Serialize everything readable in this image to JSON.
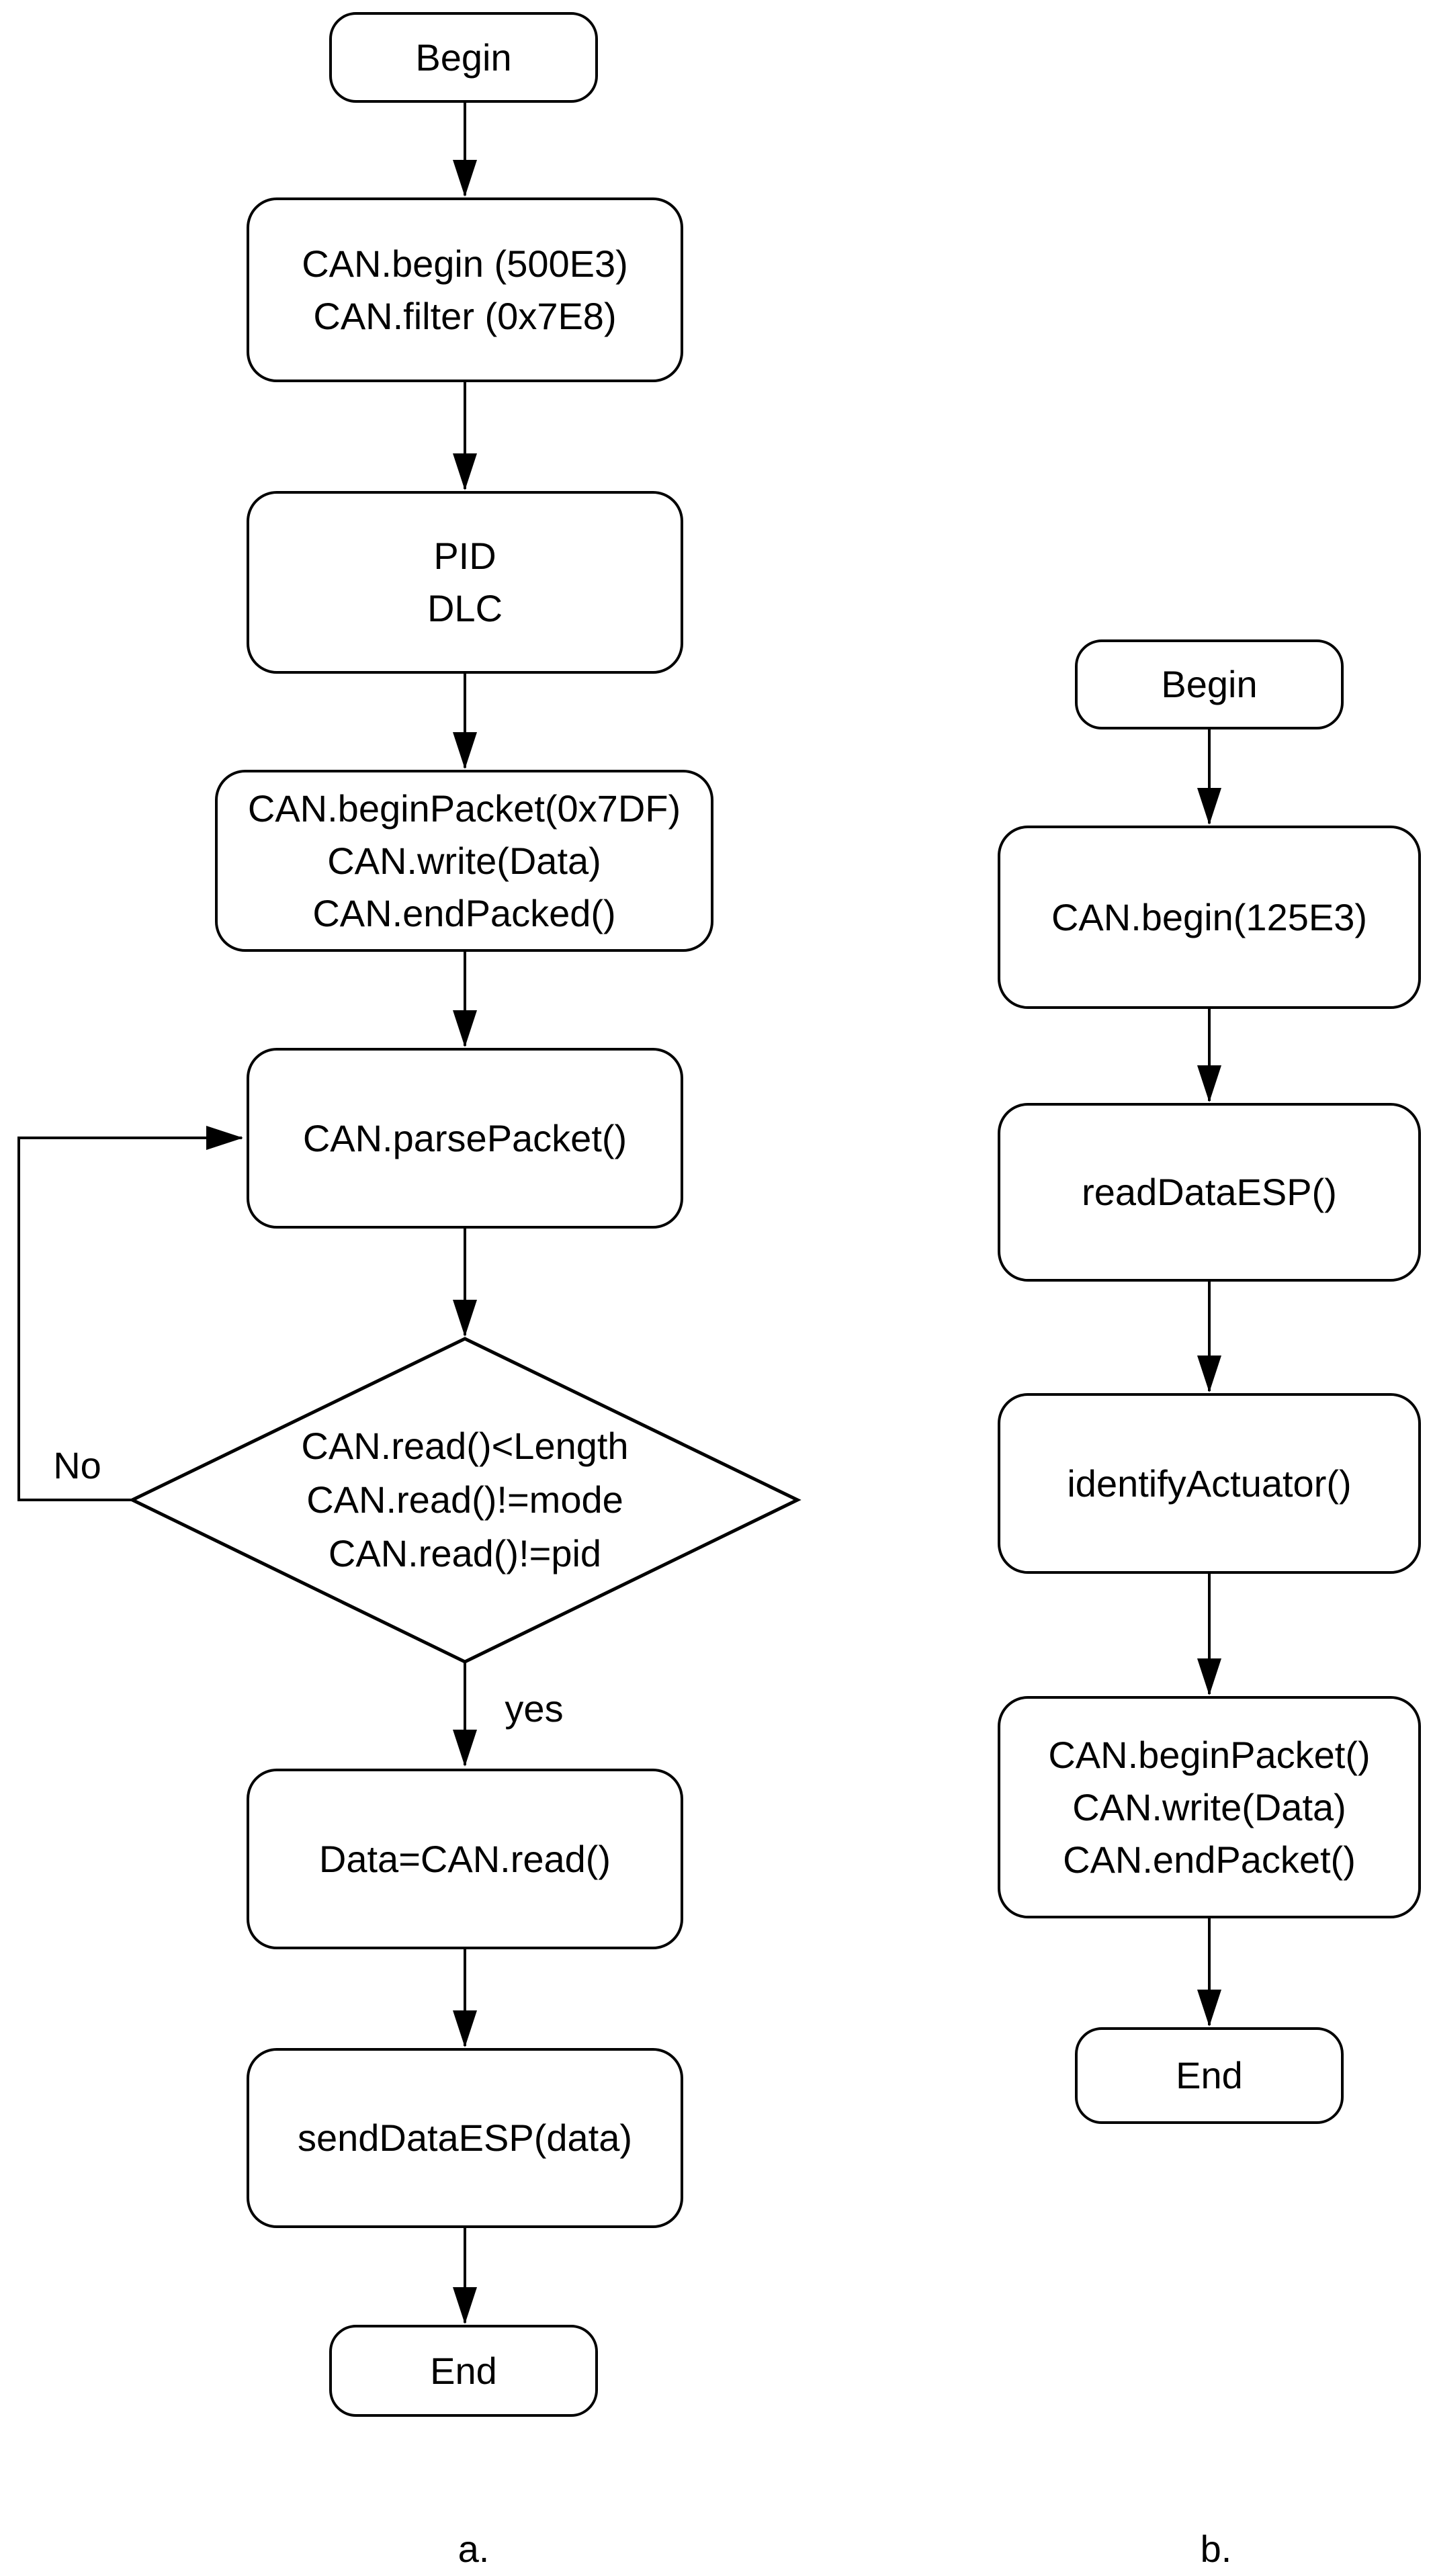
{
  "diagram": {
    "background_color": "#ffffff",
    "stroke_color": "#000000",
    "flow_a": {
      "caption": "a.",
      "nodes": {
        "begin": {
          "label": "Begin"
        },
        "init": {
          "lines": [
            "CAN.begin (500E3)",
            "CAN.filter (0x7E8)"
          ]
        },
        "pid_dlc": {
          "lines": [
            "PID",
            "DLC"
          ]
        },
        "send_request": {
          "lines": [
            "CAN.beginPacket(0x7DF)",
            "CAN.write(Data)",
            "CAN.endPacked()"
          ]
        },
        "parse_packet": {
          "label": "CAN.parsePacket()"
        },
        "decision": {
          "lines": [
            "CAN.read()<Length",
            "CAN.read()!=mode",
            "CAN.read()!=pid"
          ]
        },
        "read_data": {
          "label": "Data=CAN.read()"
        },
        "send_data": {
          "label": "sendDataESP(data)"
        },
        "end": {
          "label": "End"
        }
      },
      "edge_labels": {
        "no": "No",
        "yes": "yes"
      }
    },
    "flow_b": {
      "caption": "b.",
      "nodes": {
        "begin": {
          "label": "Begin"
        },
        "init": {
          "label": "CAN.begin(125E3)"
        },
        "read_esp": {
          "label": "readDataESP()"
        },
        "identify": {
          "label": "identifyActuator()"
        },
        "send_packet": {
          "lines": [
            "CAN.beginPacket()",
            "CAN.write(Data)",
            "CAN.endPacket()"
          ]
        },
        "end": {
          "label": "End"
        }
      }
    }
  }
}
